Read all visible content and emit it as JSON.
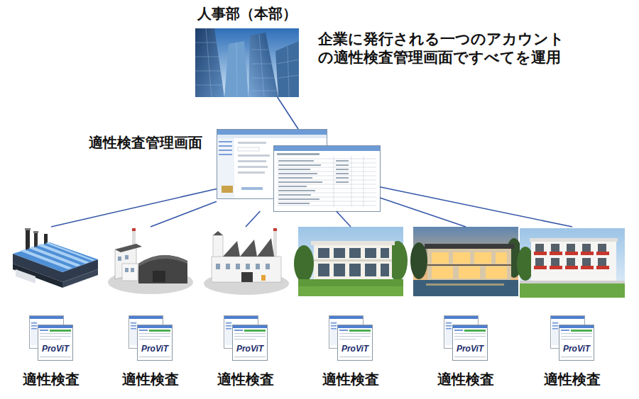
{
  "diagram": {
    "nodes": [
      {
        "text": [
          "人事部（本部）"
        ]
      },
      {
        "text": [
          "適性検査管理画面"
        ]
      },
      {
        "text": [
          "適性検査"
        ]
      },
      {
        "text": [
          "適性検査"
        ]
      },
      {
        "text": [
          "適性検査"
        ]
      },
      {
        "text": [
          "適性検査"
        ]
      },
      {
        "text": [
          "適性検査"
        ]
      },
      {
        "text": [
          "適性検査"
        ]
      }
    ],
    "edges": [
      {
        "from": 0,
        "to": 1,
        "arrow": "none"
      },
      {
        "from": 1,
        "to": 2,
        "arrow": "none"
      },
      {
        "from": 1,
        "to": 3,
        "arrow": "none"
      },
      {
        "from": 1,
        "to": 4,
        "arrow": "none"
      },
      {
        "from": 1,
        "to": 5,
        "arrow": "none"
      },
      {
        "from": 1,
        "to": 6,
        "arrow": "none"
      },
      {
        "from": 1,
        "to": 7,
        "arrow": "none"
      }
    ],
    "labels": [
      "企業に発行される一つのアカウント の適性検査管理画面ですべてを運用",
      "ProViT",
      "ProViT",
      "ProViT",
      "ProViT",
      "ProViT",
      "ProViT"
    ]
  }
}
